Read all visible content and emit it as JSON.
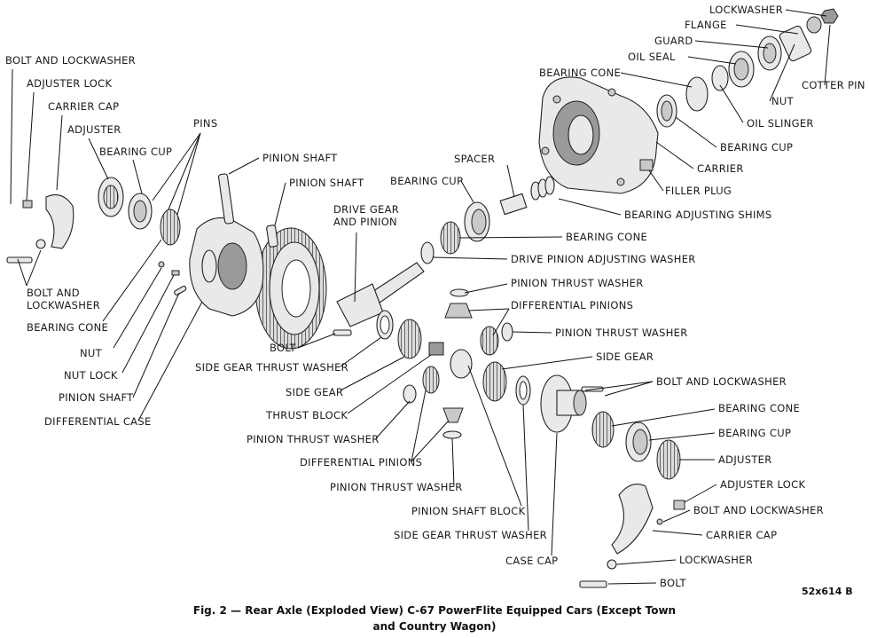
{
  "figure": {
    "reference": "52x614 B",
    "caption_line1": "Fig. 2 — Rear Axle (Exploded View) C-67 PowerFlite Equipped Cars (Except Town",
    "caption_line2": "and Country Wagon)"
  },
  "labels": {
    "lockwasher_top": "LOCKWASHER",
    "flange": "FLANGE",
    "guard": "GUARD",
    "oil_seal": "OIL SEAL",
    "bearing_cone_top": "BEARING CONE",
    "cotter_pin": "COTTER PIN",
    "nut_top": "NUT",
    "oil_slinger": "OIL SLINGER",
    "bearing_cup_carrier": "BEARING CUP",
    "carrier": "CARRIER",
    "filler_plug": "FILLER PLUG",
    "bearing_adjusting_shims": "BEARING ADJUSTING SHIMS",
    "spacer": "SPACER",
    "bearing_cup_pinion": "BEARING CUP",
    "bearing_cone_pinion": "BEARING CONE",
    "drive_pinion_adjusting_washer": "DRIVE PINION ADJUSTING WASHER",
    "pinion_thrust_washer_1": "PINION THRUST WASHER",
    "differential_pinions_1": "DIFFERENTIAL PINIONS",
    "pinion_thrust_washer_2": "PINION THRUST WASHER",
    "side_gear_right": "SIDE GEAR",
    "bolt_and_lockwasher_right": "BOLT AND LOCKWASHER",
    "bearing_cone_right": "BEARING CONE",
    "bearing_cup_right": "BEARING CUP",
    "adjuster_right": "ADJUSTER",
    "adjuster_lock_right": "ADJUSTER LOCK",
    "bolt_and_lockwasher_right2": "BOLT AND LOCKWASHER",
    "carrier_cap_right": "CARRIER CAP",
    "lockwasher_bottom": "LOCKWASHER",
    "bolt_bottom": "BOLT",
    "bolt_and_lockwasher_left": "BOLT AND LOCKWASHER",
    "adjuster_lock_left": "ADJUSTER LOCK",
    "carrier_cap_left": "CARRIER CAP",
    "adjuster_left": "ADJUSTER",
    "bearing_cup_left": "BEARING CUP",
    "pins": "PINS",
    "pinion_shaft_1": "PINION SHAFT",
    "pinion_shaft_2": "PINION SHAFT",
    "drive_gear_line1": "DRIVE GEAR",
    "drive_gear_line2": "AND PINION",
    "bolt_lockwasher_left2_line1": "BOLT AND",
    "bolt_lockwasher_left2_line2": "LOCKWASHER",
    "bearing_cone_left": "BEARING CONE",
    "nut_left": "NUT",
    "nut_lock": "NUT LOCK",
    "pinion_shaft_left": "PINION SHAFT",
    "differential_case": "DIFFERENTIAL CASE",
    "bolt_center": "BOLT",
    "side_gear_thrust_washer_1": "SIDE GEAR THRUST WASHER",
    "side_gear_left": "SIDE GEAR",
    "thrust_block": "THRUST BLOCK",
    "pinion_thrust_washer_3": "PINION THRUST WASHER",
    "differential_pinions_2": "DIFFERENTIAL PINIONS",
    "pinion_thrust_washer_4": "PINION THRUST WASHER",
    "pinion_shaft_block": "PINION SHAFT BLOCK",
    "side_gear_thrust_washer_2": "SIDE GEAR THRUST WASHER",
    "case_cap": "CASE CAP"
  }
}
